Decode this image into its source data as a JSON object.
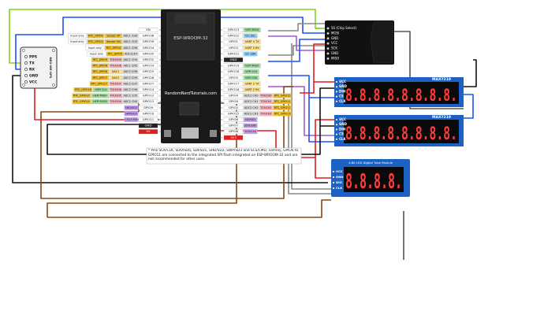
{
  "board": {
    "name": "ESP-WROOM-32",
    "site": "RandomNerdTutorials.com",
    "left_pins": [
      {
        "pin": "EN",
        "tags": []
      },
      {
        "pin": "GPIO36",
        "tags": [
          {
            "t": "ADC1 CH0",
            "c": "#dddddd"
          },
          {
            "t": "Sensor VP",
            "c": "#f4c430"
          },
          {
            "t": "RTC_GPIO0",
            "c": "#f4c430"
          },
          {
            "t": "Input only",
            "c": "#ffffff"
          }
        ]
      },
      {
        "pin": "GPIO39",
        "tags": [
          {
            "t": "ADC1 CH3",
            "c": "#dddddd"
          },
          {
            "t": "Sensor VN",
            "c": "#f4c430"
          },
          {
            "t": "RTC_GPIO3",
            "c": "#f4c430"
          },
          {
            "t": "Input only",
            "c": "#ffffff"
          }
        ]
      },
      {
        "pin": "GPIO34",
        "tags": [
          {
            "t": "ADC1 CH6",
            "c": "#dddddd"
          },
          {
            "t": "RTC_GPIO4",
            "c": "#f4c430"
          },
          {
            "t": "Input only",
            "c": "#ffffff"
          }
        ]
      },
      {
        "pin": "GPIO35",
        "tags": [
          {
            "t": "ADC1CH7",
            "c": "#dddddd"
          },
          {
            "t": "RTC_GPIO5",
            "c": "#f4c430"
          },
          {
            "t": "Input only",
            "c": "#ffffff"
          }
        ]
      },
      {
        "pin": "GPIO32",
        "tags": [
          {
            "t": "ADC1 CH4",
            "c": "#dddddd"
          },
          {
            "t": "TOUCH9",
            "c": "#ffb6c1"
          },
          {
            "t": "RTC_GPIO9",
            "c": "#f4c430"
          }
        ]
      },
      {
        "pin": "GPIO33",
        "tags": [
          {
            "t": "ADC1 CH5",
            "c": "#dddddd"
          },
          {
            "t": "TOUCH8",
            "c": "#ffb6c1"
          },
          {
            "t": "RTC_GPIO8",
            "c": "#f4c430"
          }
        ]
      },
      {
        "pin": "GPIO25",
        "tags": [
          {
            "t": "ADC2 CH8",
            "c": "#dddddd"
          },
          {
            "t": "DAC1",
            "c": "#ffe28a"
          },
          {
            "t": "RTC_GPIO6",
            "c": "#f4c430"
          }
        ]
      },
      {
        "pin": "GPIO26",
        "tags": [
          {
            "t": "ADC2 CH9",
            "c": "#dddddd"
          },
          {
            "t": "DAC2",
            "c": "#ffe28a"
          },
          {
            "t": "RTC_GPIO7",
            "c": "#f4c430"
          }
        ]
      },
      {
        "pin": "GPIO27",
        "tags": [
          {
            "t": "ADC2 CH7",
            "c": "#dddddd"
          },
          {
            "t": "TOUCH7",
            "c": "#ffb6c1"
          },
          {
            "t": "RTC_GPIO17",
            "c": "#f4c430"
          }
        ]
      },
      {
        "pin": "GPIO14",
        "tags": [
          {
            "t": "ADC2 CH6",
            "c": "#dddddd"
          },
          {
            "t": "TOUCH6",
            "c": "#ffb6c1"
          },
          {
            "t": "HSPI CLK",
            "c": "#9be39b"
          },
          {
            "t": "RTC_GPIO16",
            "c": "#f4c430"
          }
        ]
      },
      {
        "pin": "GPIO12",
        "tags": [
          {
            "t": "ADC2 CH5",
            "c": "#dddddd"
          },
          {
            "t": "TOUCH5",
            "c": "#ffb6c1"
          },
          {
            "t": "HSPI MISO",
            "c": "#9be39b"
          },
          {
            "t": "RTC_GPIO15",
            "c": "#f4c430"
          }
        ]
      },
      {
        "pin": "GPIO13",
        "tags": [
          {
            "t": "ADC2 CH4",
            "c": "#dddddd"
          },
          {
            "t": "TOUCH4",
            "c": "#ffb6c1"
          },
          {
            "t": "HSPI MOSI",
            "c": "#9be39b"
          },
          {
            "t": "RTC_GPIO14",
            "c": "#f4c430"
          }
        ]
      },
      {
        "pin": "GPIO9",
        "tags": [
          {
            "t": "SHD/SD2",
            "c": "#c9a0f0"
          }
        ]
      },
      {
        "pin": "GPIO10",
        "tags": [
          {
            "t": "SWP/SD3",
            "c": "#c9a0f0"
          }
        ]
      },
      {
        "pin": "GPIO11",
        "tags": [
          {
            "t": "CSC/CMD",
            "c": "#c9a0f0"
          }
        ]
      },
      {
        "pin": "GND",
        "tags": [],
        "dark": true
      },
      {
        "pin": "5V",
        "tags": [],
        "red": true
      }
    ],
    "right_pins": [
      {
        "pin": "GPIO23",
        "tags": [
          {
            "t": "VSPI MOSI",
            "c": "#9be39b"
          }
        ]
      },
      {
        "pin": "GPIO22",
        "tags": [
          {
            "t": "I2C SCL",
            "c": "#8fd0ff"
          }
        ]
      },
      {
        "pin": "GPIO1",
        "tags": [
          {
            "t": "UART 0 TX",
            "c": "#ffe28a"
          }
        ]
      },
      {
        "pin": "GPIO3",
        "tags": [
          {
            "t": "UART 0 RX",
            "c": "#ffe28a"
          }
        ]
      },
      {
        "pin": "GPIO21",
        "tags": [
          {
            "t": "I2C SDA",
            "c": "#8fd0ff"
          }
        ]
      },
      {
        "pin": "GND",
        "tags": [],
        "dark": true
      },
      {
        "pin": "GPIO19",
        "tags": [
          {
            "t": "VSPI MISO",
            "c": "#9be39b"
          }
        ]
      },
      {
        "pin": "GPIO18",
        "tags": [
          {
            "t": "VSPI CLK",
            "c": "#9be39b"
          }
        ]
      },
      {
        "pin": "GPIO5",
        "tags": [
          {
            "t": "VSPI CS0",
            "c": "#9be39b"
          }
        ]
      },
      {
        "pin": "GPIO17",
        "tags": [
          {
            "t": "UART 2 TX",
            "c": "#ffe28a"
          }
        ]
      },
      {
        "pin": "GPIO16",
        "tags": [
          {
            "t": "UART 2 RX",
            "c": "#ffe28a"
          }
        ]
      },
      {
        "pin": "GPIO4",
        "tags": [
          {
            "t": "ADC2 CH0",
            "c": "#dddddd"
          },
          {
            "t": "TOUCH0",
            "c": "#ffb6c1"
          },
          {
            "t": "RTC_GPIO10",
            "c": "#f4c430"
          }
        ]
      },
      {
        "pin": "GPIO0",
        "tags": [
          {
            "t": "ADC2 CH1",
            "c": "#dddddd"
          },
          {
            "t": "TOUCH1",
            "c": "#ffb6c1"
          },
          {
            "t": "RTC_GPIO11",
            "c": "#f4c430"
          }
        ]
      },
      {
        "pin": "GPIO2",
        "tags": [
          {
            "t": "ADC2 CH2",
            "c": "#dddddd"
          },
          {
            "t": "TOUCH2",
            "c": "#ffb6c1"
          },
          {
            "t": "RTC_GPIO12",
            "c": "#f4c430"
          }
        ]
      },
      {
        "pin": "GPIO15",
        "tags": [
          {
            "t": "ADC2 CH3",
            "c": "#dddddd"
          },
          {
            "t": "TOUCH3",
            "c": "#ffb6c1"
          },
          {
            "t": "RTC_GPIO13",
            "c": "#f4c430"
          }
        ]
      },
      {
        "pin": "GPIO8",
        "tags": [
          {
            "t": "SDI/SD1",
            "c": "#c9a0f0"
          }
        ]
      },
      {
        "pin": "GPIO7",
        "tags": [
          {
            "t": "SDO/SD0",
            "c": "#c9a0f0"
          }
        ]
      },
      {
        "pin": "GPIO6",
        "tags": [
          {
            "t": "SCK/CLK",
            "c": "#c9a0f0"
          }
        ]
      },
      {
        "pin": "3V3",
        "tags": [],
        "red": true
      }
    ],
    "extra_tags": [
      "HSPI CS0",
      "HSPI MISO",
      "HSPI CLK",
      "HSPI MOSI",
      "HSPI CS0"
    ]
  },
  "note": "* Pins SCK/CLK, SDO/SD0, SDI/SD1, SHD/SD2, SWP/SD3 and SCS/CMD, namely, GPIO6 to GPIO11 are connected to the integrated SPI flash integrated on ESP-WROOM-32 and are not recommended for other uses.",
  "gps": {
    "name": "NEO-6M GPS",
    "pins": [
      "PPS",
      "TX",
      "RX",
      "GND",
      "VCC"
    ]
  },
  "sd_module": {
    "pins": [
      "SS (Chip Select)",
      "MOSI",
      "GND",
      "VCC",
      "SCK",
      "GND",
      "MISO"
    ]
  },
  "max_display_1": {
    "chip": "MAX7219",
    "pins": [
      "VCC",
      "GND",
      "DIN",
      "CS",
      "CLK"
    ],
    "digits": "8.8.8.8.8.8.8.8."
  },
  "max_display_2": {
    "chip": "MAX7219",
    "pins": [
      "VCC",
      "GND",
      "DIN",
      "CS",
      "CLK"
    ],
    "digits": "8.8.8.8.8.8.8.8."
  },
  "tube_display": {
    "title": "4-Bit LED Digital Tube Module",
    "pins": [
      "VCC",
      "GND",
      "DIO",
      "CLK"
    ],
    "digits": "8.8.8.8."
  },
  "colors": {
    "wire_green": "#7ed321",
    "wire_red": "#e11d1d",
    "wire_black": "#111111",
    "wire_blue": "#1f4fff",
    "wire_brown": "#8b4513",
    "wire_gray": "#888888",
    "wire_purple": "#a05ad0",
    "pcb_blue": "#1b62c4",
    "board_black": "#1a1a1a"
  }
}
